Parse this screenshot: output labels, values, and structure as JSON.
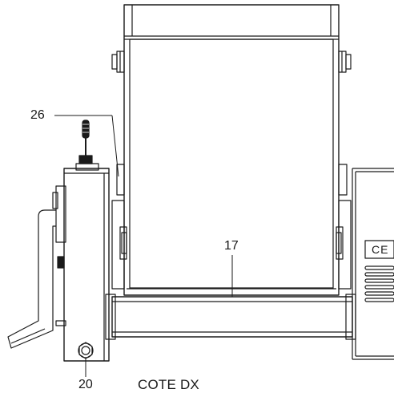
{
  "callouts": {
    "c26": "26",
    "c17": "17",
    "c20": "20"
  },
  "caption": "COTE DX",
  "ce_mark": "CE",
  "colors": {
    "line": "#1a1a1a",
    "background": "#ffffff"
  },
  "icons": {
    "ce": "ce-mark-icon",
    "handle": "crank-handle-icon",
    "knob": "joystick-knob-icon"
  }
}
